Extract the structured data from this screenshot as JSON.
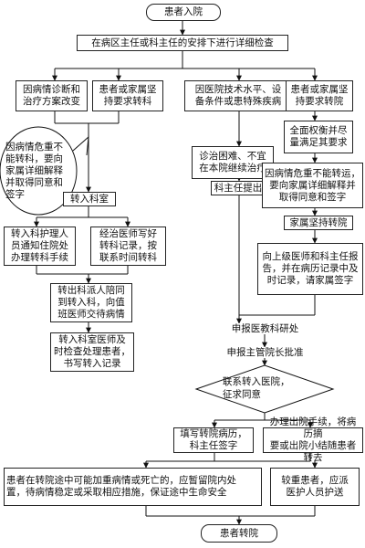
{
  "nodes": {
    "start": "患者入院",
    "exam": "在病区主任或科主任的安排下进行详细检查",
    "left_cause_diag": "因病情诊断和\n治疗方案改变",
    "left_family_insist": "患者或家属坚\n持要求转科",
    "right_cause_hospital": "因医院技术水平、设\n备条件或患特殊疾病",
    "right_family_insist": "患者或家属坚\n持要求转院",
    "ellipse_note": "因病情危重不\n能转科，要向\n家属详细解释\n并取得同意和\n签字",
    "transfer_dept_in": "转入科室",
    "receive_nurse": "转入科护理人\n员通知住院处\n办理转科手续",
    "doctor_record": "经治医师写好\n转科记录，按\n联系时间转科",
    "send_staff": "转出科派人陪同\n到转入科，向值\n班医师交待病情",
    "check_record": "转入科室医师及\n时检查处理患者，\n书写转入记录",
    "hard_diagnosis": "诊治困难、不宜\n在本院继续治疗",
    "director_propose": "科主任提出",
    "balance_request": "全面权衡并尽\n量满足其要求",
    "critical_no_transfer": "因病情危重不能转运，\n要向家属详细解释并\n取得同意和签字",
    "family_insist_hospital": "家属坚持转院",
    "report_superior": "向上级医师和科主任报\n告，并在病历记录中及\n时记录，请家属签字",
    "report_medical_dept": "申报医教科研处",
    "report_vice_president": "申报主管院长批准",
    "contact_hospital": "联系转入医院，\n征求同意",
    "fill_record": "填写转院病历，\n科主任签字",
    "discharge_procedure": "办理出院手续，将病历摘\n要或出院小结随患者转去",
    "en_route_note": "患者在转院途中可能加重病情或死亡的，应暂留院内处\n置，待病情稳定或采取相应措施，保证途中生命安全",
    "severe_escort": "较重患者，应派\n医护人员护送",
    "end": "患者转院"
  }
}
